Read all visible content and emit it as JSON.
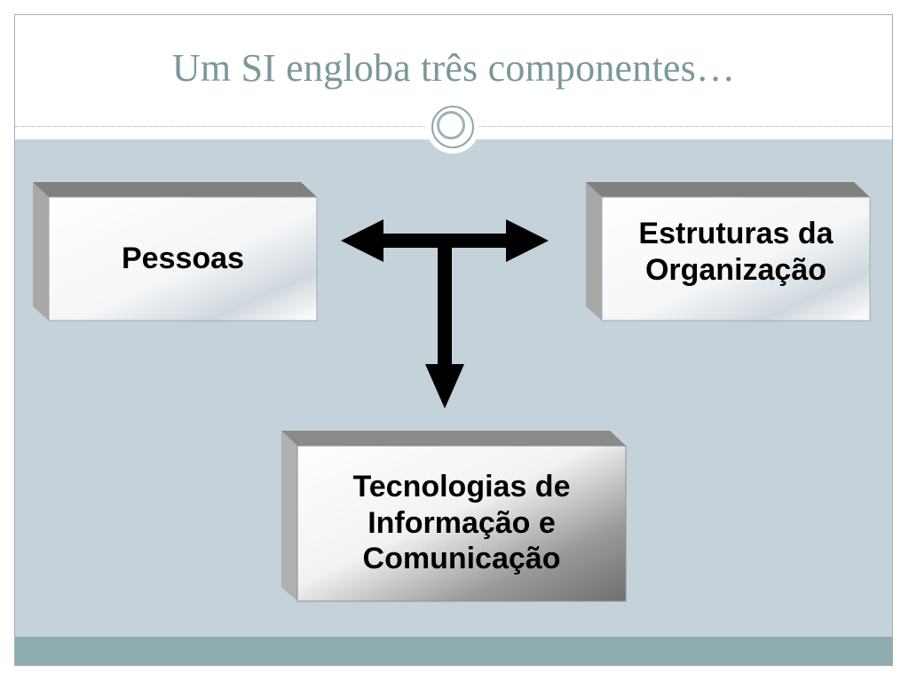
{
  "slide": {
    "title": "Um SI engloba três componentes…"
  },
  "diagram": {
    "nodes": {
      "people": {
        "label": "Pessoas"
      },
      "organization": {
        "label": "Estruturas da Organização"
      },
      "technology": {
        "label": "Tecnologias de Informação e Comunicação"
      }
    },
    "edges": [
      {
        "from": "junction",
        "to": "people",
        "style": "arrow"
      },
      {
        "from": "junction",
        "to": "organization",
        "style": "arrow"
      },
      {
        "from": "junction",
        "to": "technology",
        "style": "arrow"
      }
    ]
  },
  "colors": {
    "title": "#7b9899",
    "content_background": "#c5d2d9",
    "footer": "#8fadae",
    "box_top_face": "#808080",
    "box_side_face": "#a8a8a8",
    "arrows": "#000000"
  }
}
